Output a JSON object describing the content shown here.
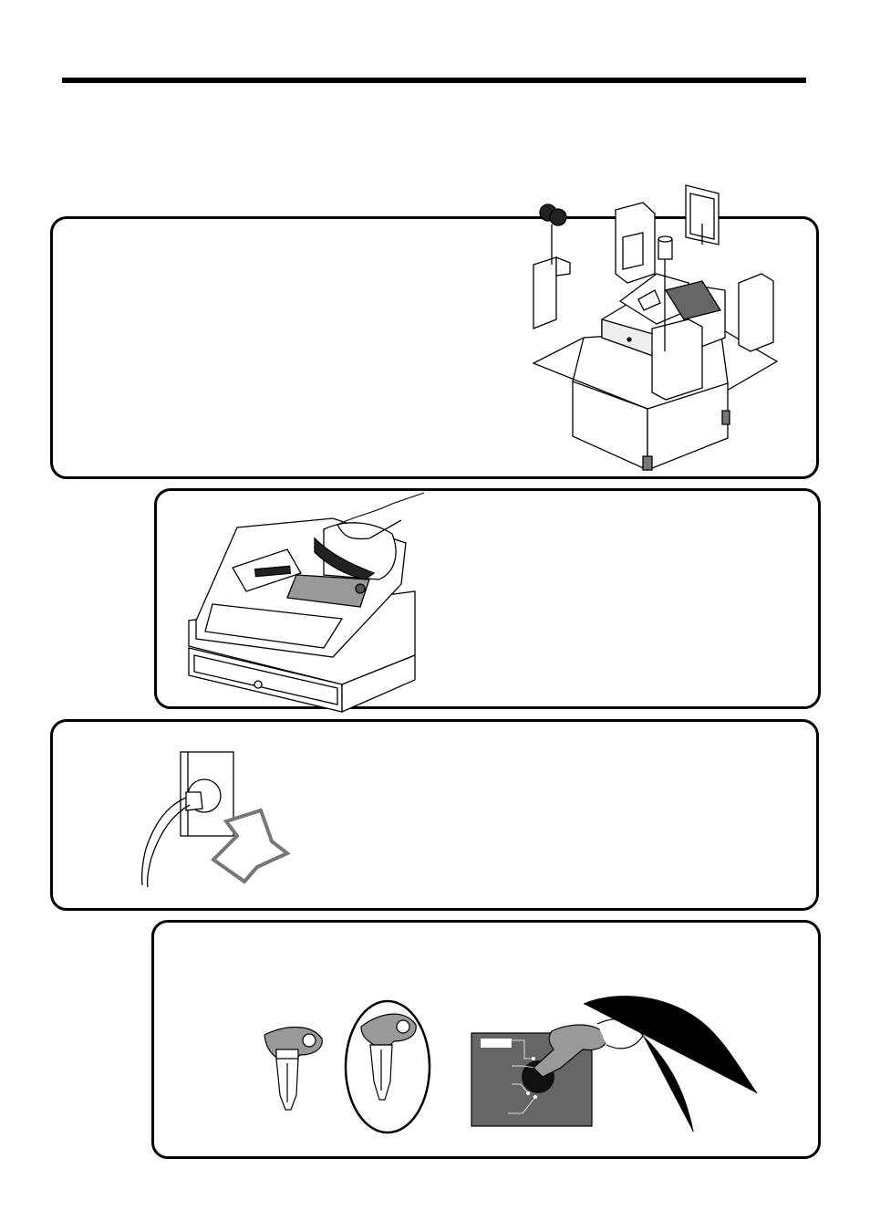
{
  "page": {
    "title": "",
    "steps": [
      {
        "id": "unpack",
        "caption": ""
      },
      {
        "id": "remove-tape",
        "caption": ""
      },
      {
        "id": "plug-in",
        "caption": ""
      },
      {
        "id": "insert-key",
        "caption": ""
      }
    ]
  },
  "colors": {
    "line": "#000000",
    "shade": "#8a8a8a",
    "dark": "#555555",
    "panel_bg": "#ffffff"
  },
  "icons": [
    "cash-register-box-illustration",
    "cash-register-illustration",
    "power-outlet-illustration",
    "arrow-icon",
    "key-icon",
    "mode-switch-illustration"
  ]
}
